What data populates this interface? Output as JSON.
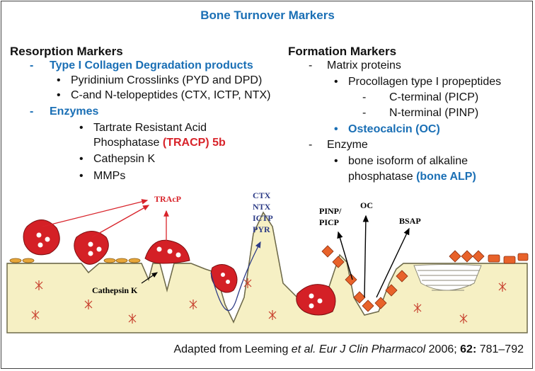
{
  "title": "Bone Turnover Markers",
  "resorption": {
    "heading": "Resorption Markers",
    "group1": {
      "dash": "-",
      "label": "Type I Collagen Degradation products"
    },
    "group1_items": [
      "Pyridinium Crosslinks (PYD and DPD)",
      "C-and N-telopeptides (CTX, ICTP, NTX)"
    ],
    "group2": {
      "dash": "-",
      "label": "Enzymes"
    },
    "tracp_line1": "Tartrate Resistant Acid",
    "tracp_line2_pre": "Phosphatase ",
    "tracp_line2_red": "(TRACP) 5b",
    "cathepsin": "Cathepsin K",
    "mmps": "MMPs"
  },
  "formation": {
    "heading": "Formation Markers",
    "group1": {
      "dash": "-",
      "label": "Matrix proteins"
    },
    "procollagen": "Procollagen type I propeptides",
    "sub": [
      {
        "dash": "-",
        "label": "C-terminal (PICP)"
      },
      {
        "dash": "-",
        "label": "N-terminal (PINP)"
      }
    ],
    "osteocalcin": "Osteocalcin (OC)",
    "group2": {
      "dash": "-",
      "label": "Enzyme"
    },
    "alp_line1": "bone isoform of alkaline",
    "alp_line2_pre": "phosphatase ",
    "alp_line2_blue": "(bone ALP)"
  },
  "illustration": {
    "tracp_label": "TRAcP",
    "cathepsin_label": "Cathepsin K",
    "resorption_products": [
      "CTX",
      "NTX",
      "ICTP",
      "PYR"
    ],
    "pinp_line1": "PINP/",
    "pinp_line2": "PICP",
    "oc_label": "OC",
    "bsap_label": "BSAP"
  },
  "citation": {
    "pre": "Adapted from Leeming ",
    "etal": "et al.",
    "journal": " Eur J Clin Pharmacol",
    "year": " 2006; ",
    "volume": "62:",
    "pages": " 781–792"
  },
  "colors": {
    "title_blue": "#1a6fb5",
    "marker_red": "#d8232a",
    "bone": "#f6f0c4",
    "osteoclast": "#d42026",
    "osteoblast": "#e8622a",
    "product_blue": "#2c3b86"
  }
}
